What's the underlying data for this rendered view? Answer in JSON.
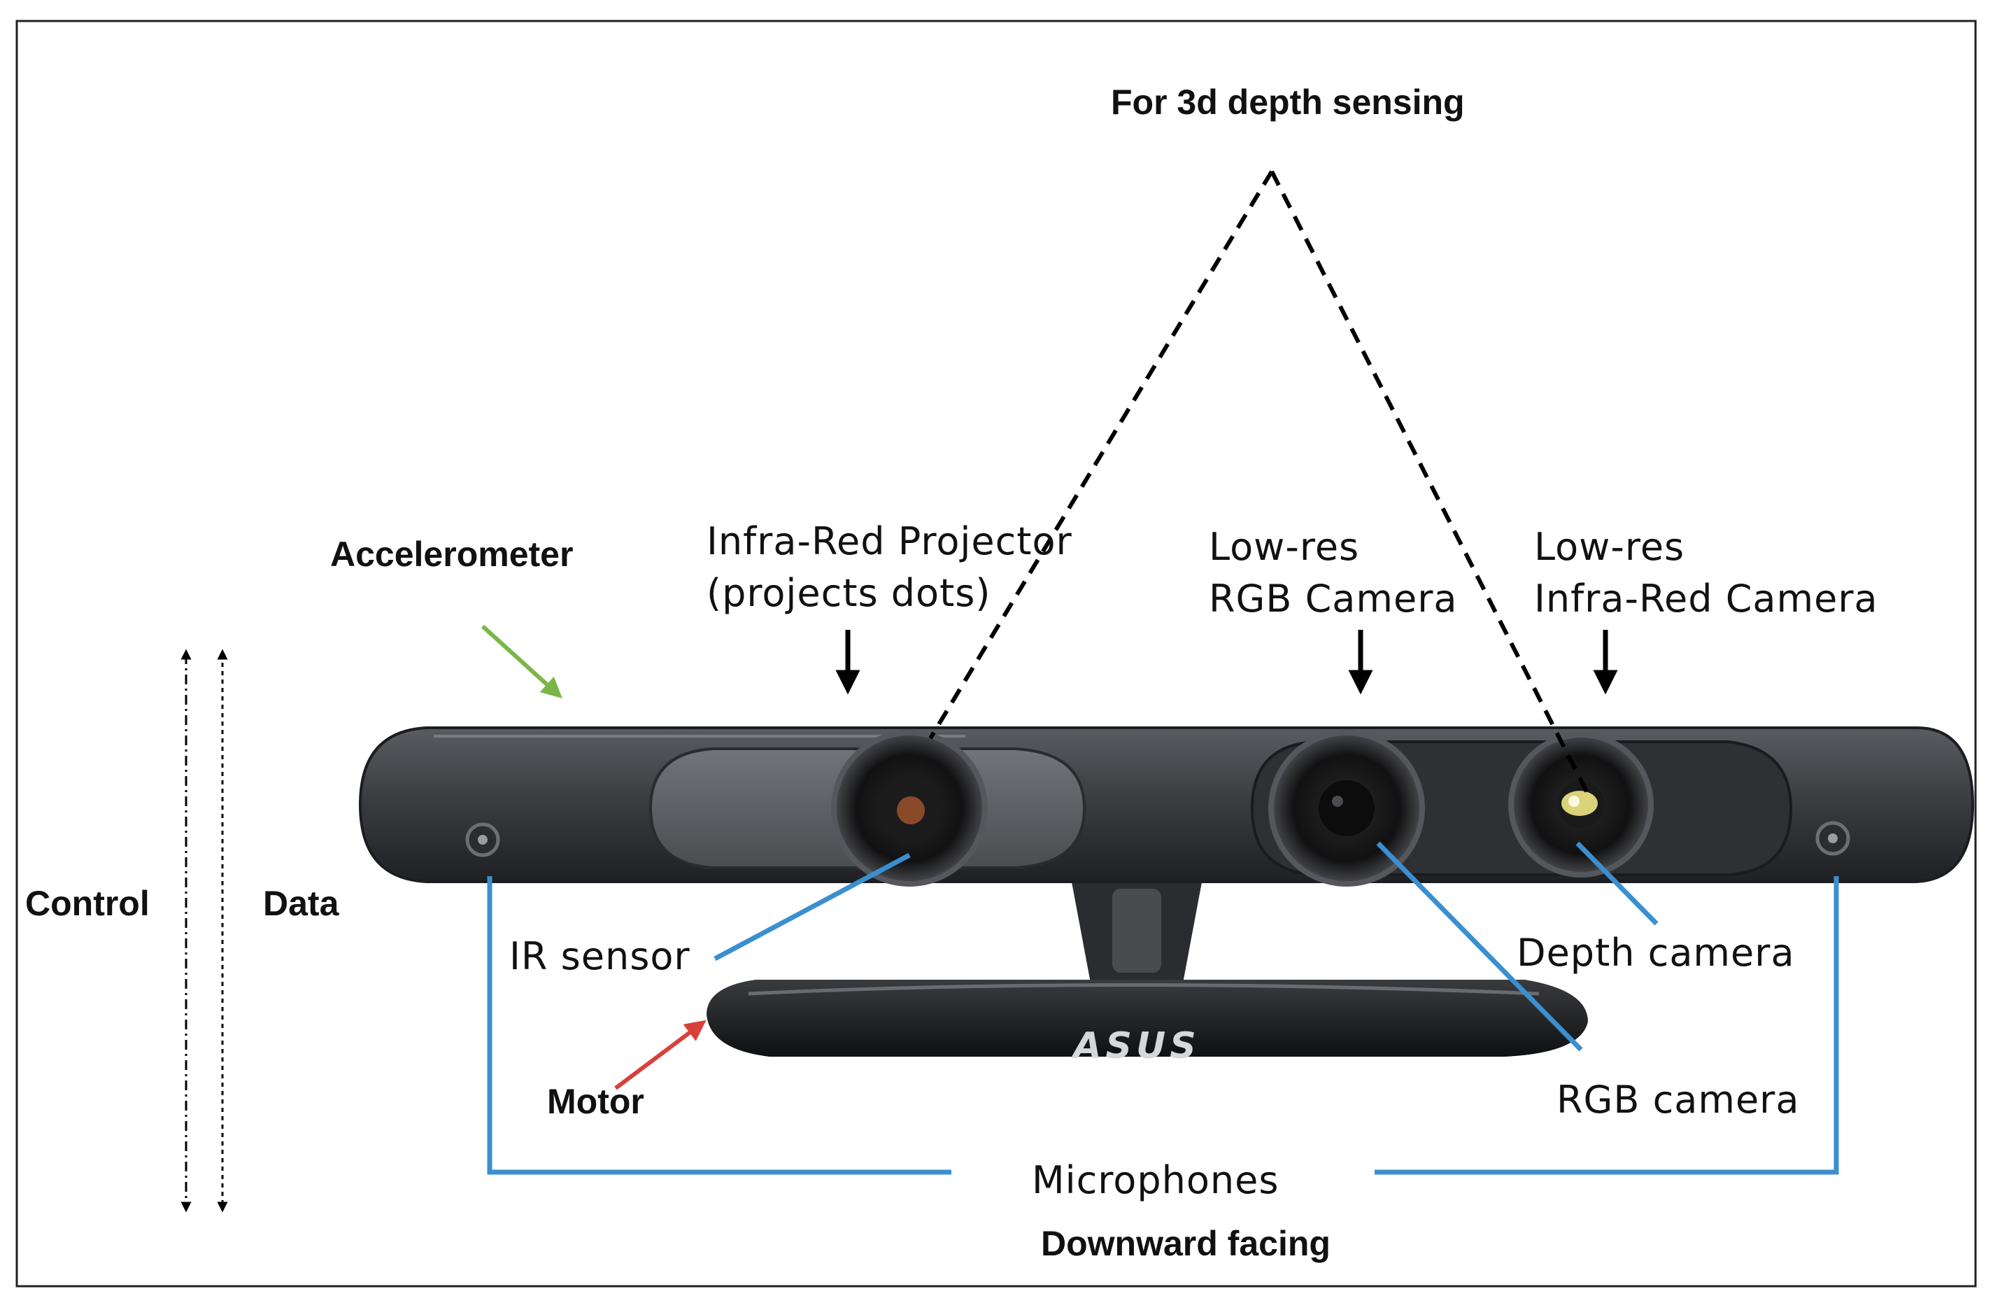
{
  "labels": {
    "depth_sensing": "For 3d depth sensing",
    "accelerometer": "Accelerometer",
    "ir_projector": [
      "Infra-Red Projector",
      "(projects dots)"
    ],
    "rgb_camera_top": [
      "Low-res",
      "RGB Camera"
    ],
    "ir_camera_top": [
      "Low-res",
      "Infra-Red Camera"
    ],
    "control": "Control",
    "data": "Data",
    "ir_sensor": "IR sensor",
    "depth_camera": "Depth camera",
    "motor": "Motor",
    "rgb_camera": "RGB camera",
    "microphones": "Microphones",
    "downward_facing": "Downward facing",
    "brand_logo": "ASUS"
  },
  "colors": {
    "callout_blue": "#3a8fd0",
    "accelerometer_arrow": "#7ab648",
    "motor_arrow": "#d9403a",
    "device_body": "#3b3d41"
  }
}
